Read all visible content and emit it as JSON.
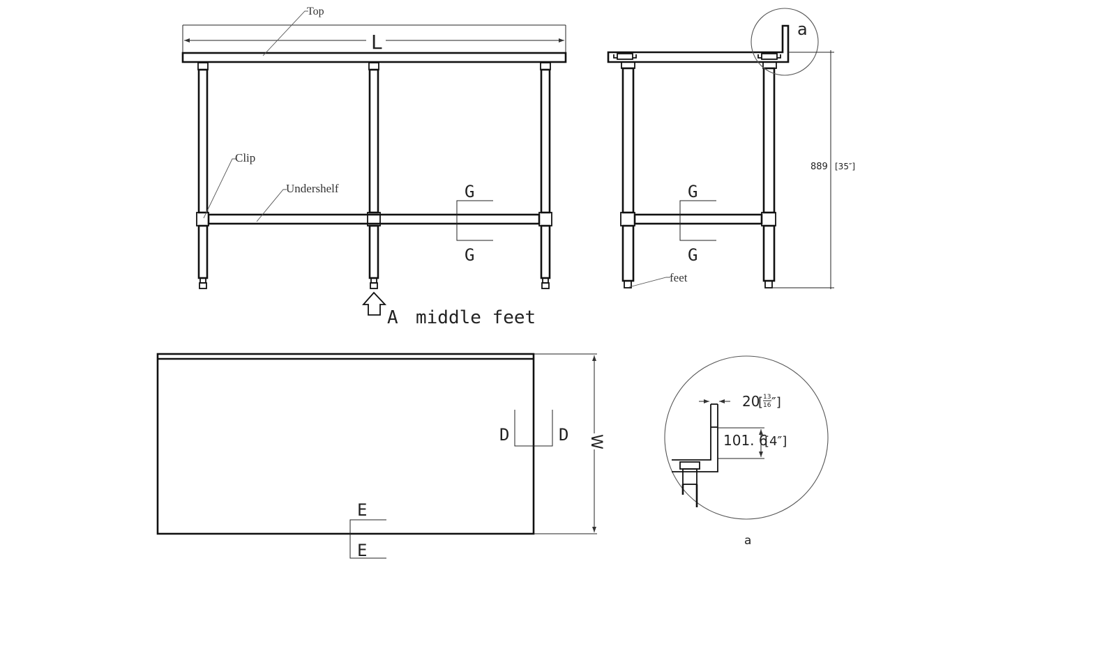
{
  "front_view": {
    "dimension_length_label": "L",
    "callouts": {
      "top": "Top",
      "clip": "Clip",
      "undershelf": "Undershelf"
    },
    "section_marks": {
      "g_top": "G",
      "g_bottom": "G"
    },
    "middle_feet_note": {
      "letter": "A",
      "text": "middle feet"
    }
  },
  "side_view": {
    "detail_callout": "a",
    "callouts": {
      "feet": "feet"
    },
    "section_marks": {
      "g_top": "G",
      "g_bottom": "G"
    },
    "height_dimension": {
      "mm": "889",
      "inch": "[35″]"
    }
  },
  "plan_view": {
    "dimension_width_label": "W",
    "section_marks": {
      "d_left": "D",
      "d_right": "D",
      "e_top": "E",
      "e_bottom": "E"
    }
  },
  "detail_a": {
    "caption": "a",
    "thickness_dim": {
      "mm": "20",
      "inch_open": "[",
      "inch_num": "13",
      "inch_den": "16",
      "inch_close": "″]"
    },
    "height_dim": {
      "mm": "101. 6",
      "inch": "[4″]"
    }
  }
}
